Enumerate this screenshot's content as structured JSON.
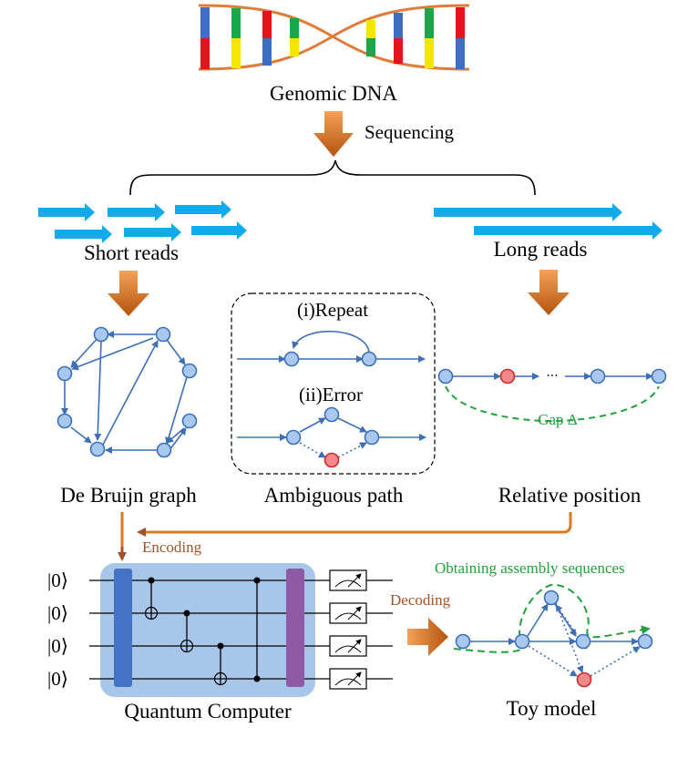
{
  "labels": {
    "genomic_dna": "Genomic DNA",
    "sequencing": "Sequencing",
    "short_reads": "Short reads",
    "long_reads": "Long reads",
    "repeat": "(i)Repeat",
    "error": "(ii)Error",
    "gap": "Gap Δ",
    "de_bruijn": "De Bruijn graph",
    "ambiguous": "Ambiguous path",
    "relative": "Relative position",
    "encoding": "Encoding",
    "decoding": "Decoding",
    "obtaining": "Obtaining assembly sequences",
    "quantum": "Quantum Computer",
    "toy": "Toy model",
    "ket0": "|0⟩",
    "ket1": "|0⟩",
    "ket2": "|0⟩",
    "ket3": "|0⟩"
  },
  "colors": {
    "dna_backbone": "#e07b3a",
    "base_blue": "#3f6fc4",
    "base_green": "#17a84a",
    "base_red": "#e3141b",
    "base_yellow": "#f5e600",
    "reads": "#11aaea",
    "node": "#a9c8f0",
    "node_error": "#f08a8a",
    "arrow_orange": "#e0781f",
    "encoding_text": "#a0522d",
    "assembly_green": "#1fa23a",
    "quantum_bg": "#a8c6ea",
    "gate_blue": "#4472c4",
    "gate_purple": "#8e5aa6"
  }
}
